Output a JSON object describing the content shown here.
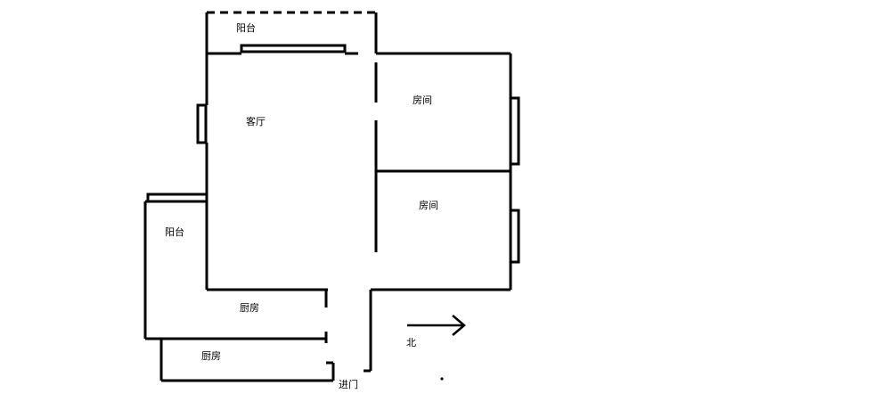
{
  "floorplan": {
    "labels": {
      "balcony_top": "阳台",
      "living_room": "客厅",
      "room_upper": "房间",
      "room_lower": "房间",
      "balcony_left": "阳台",
      "kitchen_upper": "厨房",
      "kitchen_lower": "厨房",
      "entrance": "进门",
      "north": "北"
    },
    "colors": {
      "wall": "#000000",
      "background": "#ffffff"
    },
    "icons": {
      "north_arrow": "arrow-right-icon"
    }
  }
}
